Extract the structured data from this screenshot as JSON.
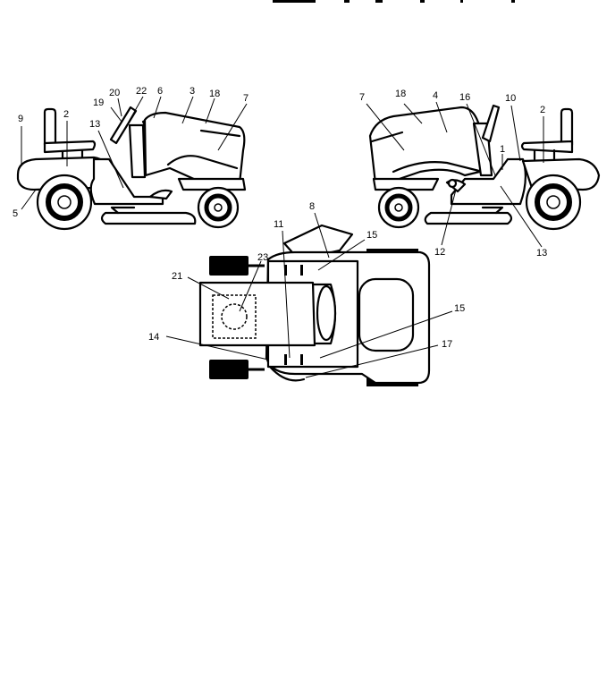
{
  "labels": {
    "left": {
      "l9": "9",
      "l2": "2",
      "l13": "13",
      "l19": "19",
      "l20": "20",
      "l22": "22",
      "l6": "6",
      "l3": "3",
      "l18": "18",
      "l7": "7",
      "l5": "5"
    },
    "right": {
      "l7": "7",
      "l18": "18",
      "l4": "4",
      "l16": "16",
      "l10": "10",
      "l2": "2",
      "l1": "1",
      "l12": "12",
      "l13": "13"
    },
    "top": {
      "l11": "11",
      "l8": "8",
      "l15a": "15",
      "l23": "23",
      "l21": "21",
      "l15b": "15",
      "l14": "14",
      "l17": "17"
    }
  }
}
